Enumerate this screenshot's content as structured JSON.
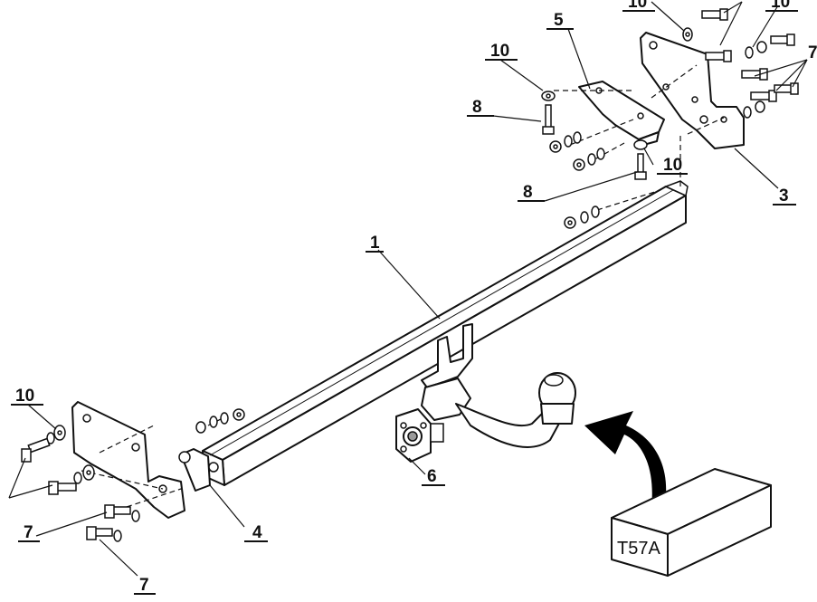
{
  "callouts": {
    "c1": "1",
    "c3": "3",
    "c4": "4",
    "c5": "5",
    "c6": "6",
    "c7a": "7",
    "c7b": "7",
    "c7c": "7",
    "c8a": "8",
    "c8b": "8",
    "c10a": "10",
    "c10b": "10",
    "c10c": "10",
    "c10d": "10",
    "c10e": "10"
  },
  "model_box": {
    "label": "T57A"
  },
  "colors": {
    "line": "#111111",
    "shade": "#9a9a9a",
    "arrow": "#000000"
  }
}
